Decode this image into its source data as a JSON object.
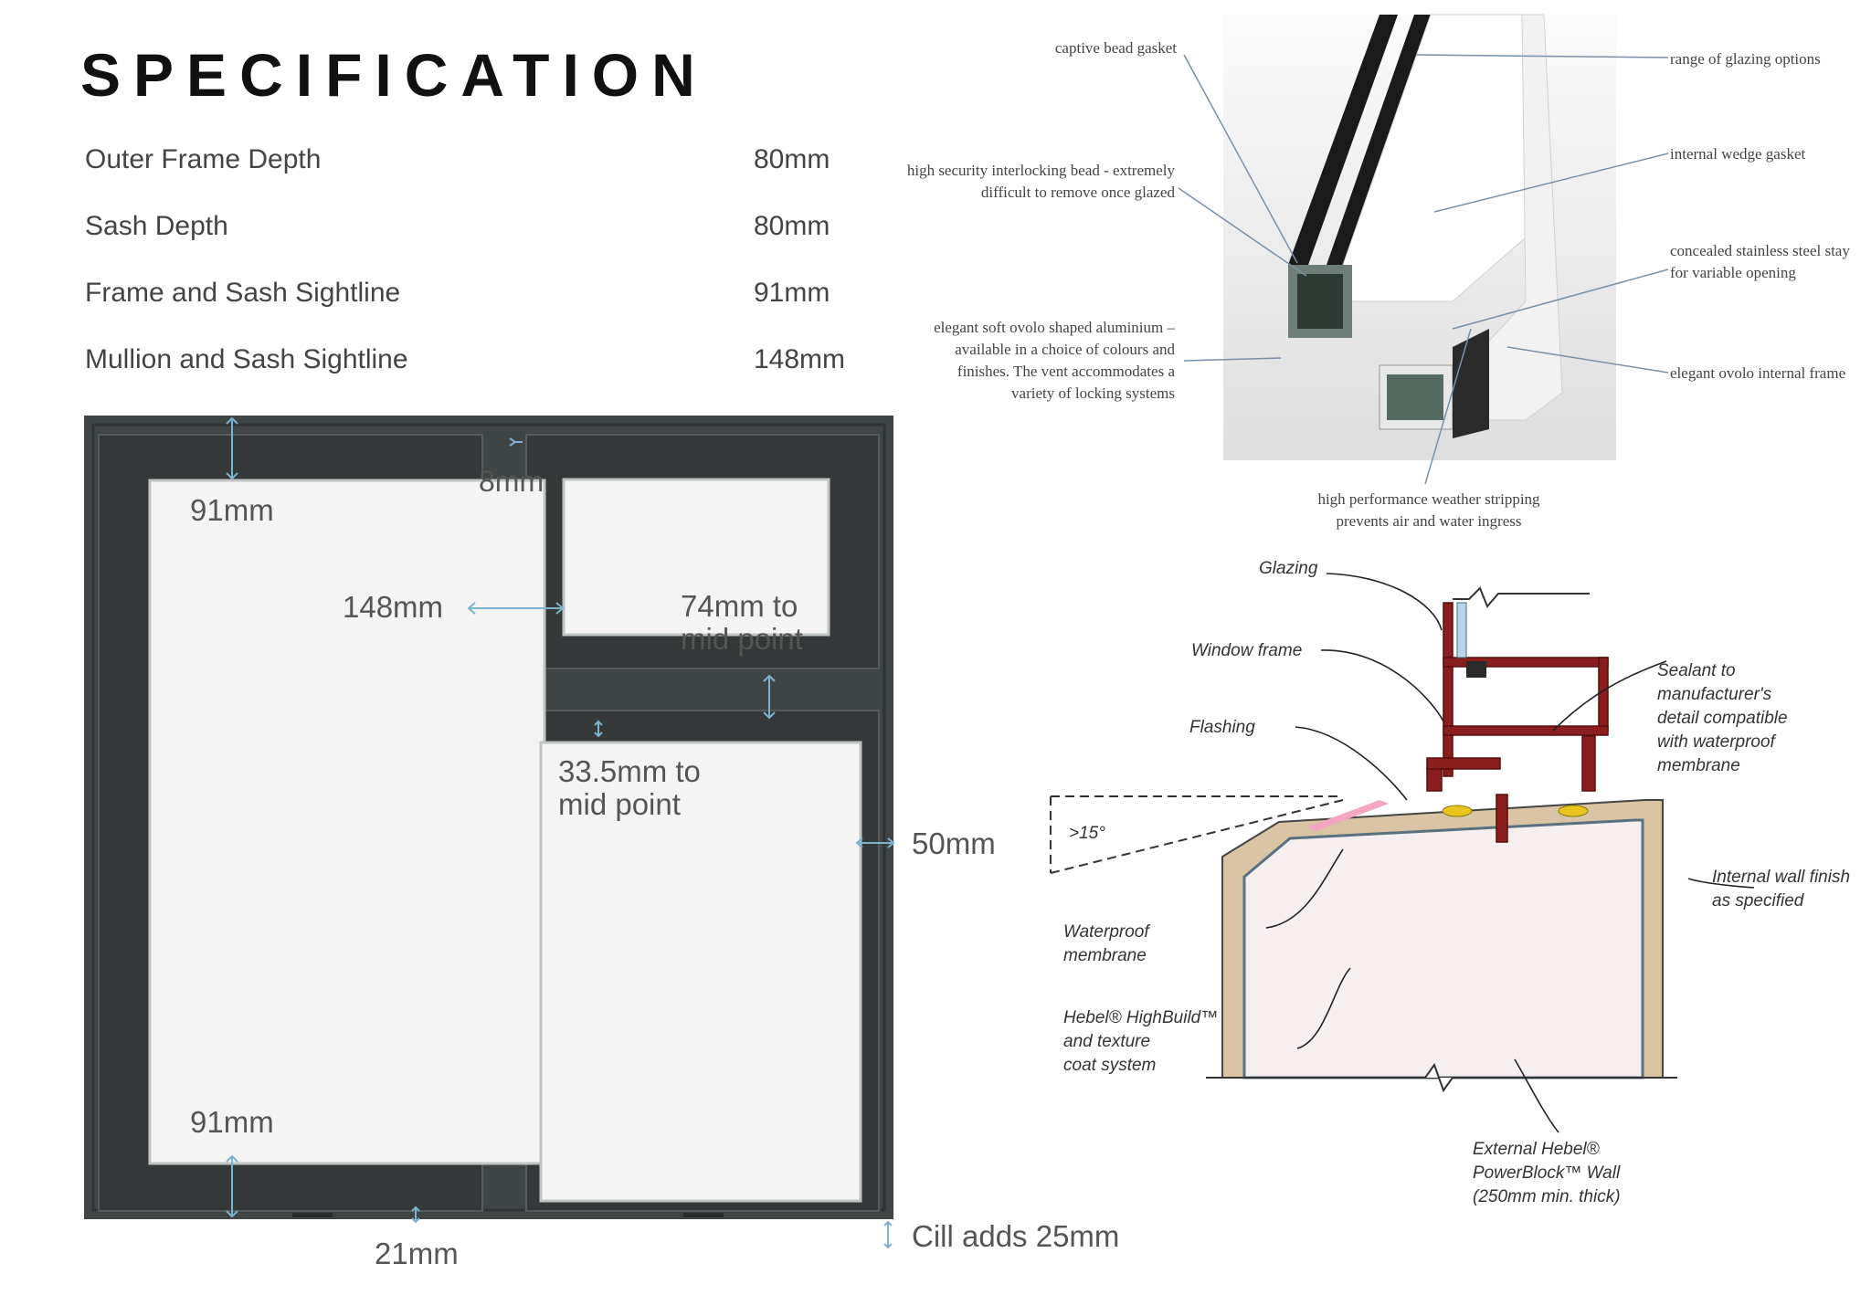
{
  "title": "SPECIFICATION",
  "specs": [
    {
      "label": "Outer Frame Depth",
      "value": "80mm"
    },
    {
      "label": "Sash Depth",
      "value": "80mm"
    },
    {
      "label": "Frame and Sash Sightline",
      "value": "91mm"
    },
    {
      "label": "Mullion and Sash Sightline",
      "value": "148mm"
    }
  ],
  "window_dims": {
    "top_frame": "91mm",
    "mullion_gap": "8mm",
    "mullion": "148mm",
    "transom_line1": "74mm to",
    "transom_line2": "mid point",
    "sash_line1": "33.5mm to",
    "sash_line2": "mid point",
    "side": "50mm",
    "bottom_frame": "91mm",
    "bottom_gap": "21mm",
    "cill": "Cill adds 25mm"
  },
  "cutaway_callouts": {
    "captive_bead": "captive bead gasket",
    "interlocking_1": "high security interlocking bead - extremely",
    "interlocking_2": "difficult to remove once glazed",
    "ovolo_1": "elegant soft ovolo shaped aluminium –",
    "ovolo_2": "available in a choice of colours and",
    "ovolo_3": "finishes. The vent accommodates a",
    "ovolo_4": "variety of locking systems",
    "glazing_options": "range of glazing options",
    "wedge_gasket": "internal wedge gasket",
    "stay_1": "concealed stainless steel stay",
    "stay_2": "for variable opening",
    "internal_frame": "elegant ovolo internal frame",
    "weather_1": "high performance weather stripping",
    "weather_2": "prevents air and water ingress"
  },
  "sill_labels": {
    "glazing": "Glazing",
    "window_frame": "Window frame",
    "flashing": "Flashing",
    "sealant_1": "Sealant to",
    "sealant_2": "manufacturer's",
    "sealant_3": "detail compatible",
    "sealant_4": "with waterproof",
    "sealant_5": "membrane",
    "angle": ">15°",
    "waterproof_1": "Waterproof",
    "waterproof_2": "membrane",
    "internal_1": "Internal wall finish",
    "internal_2": "as specified",
    "hebel_1": "Hebel® HighBuild™",
    "hebel_2": "and texture",
    "hebel_3": "coat system",
    "external_1": "External Hebel®",
    "external_2": "PowerBlock™ Wall",
    "external_3": "(250mm min. thick)"
  },
  "colors": {
    "frame": "#3f4444",
    "dimension_line": "#7fb2cc",
    "sill_frame": "#8a1e1e",
    "block": "#d9c5a5",
    "flashing": "#f2a6c2",
    "sealant": "#e8c41c"
  }
}
